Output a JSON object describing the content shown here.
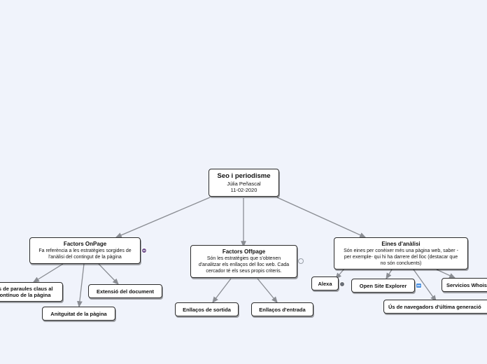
{
  "root": {
    "title": "Seo i periodisme",
    "lines": [
      "Júlia Peñascal",
      "11-02-2020"
    ]
  },
  "branches": [
    {
      "id": "onpage",
      "title": "Factors OnPage",
      "lines": [
        "Fa referència a les estratègies sorgides de",
        "l'anàlisi del contingut de la pàgina"
      ],
      "children": [
        "Ús de paraules claus al contínuo de la pàgina",
        "Extensió del document",
        "Anitguitat de la pàgina"
      ]
    },
    {
      "id": "offpage",
      "title": "Factors Offpage",
      "lines": [
        "Són les estratègies que s'obtenen",
        "d'analitzar els enllaços del lloc web. Cada",
        "cercador té els seus propis criteris."
      ],
      "children": [
        "Enllaços de sortida",
        "Enllaços d'entrada"
      ]
    },
    {
      "id": "eines",
      "title": "Eines d'anàlisi",
      "lines": [
        "Són eines per conèixer més una pàgina web, saber -",
        "per exemple- qui hi ha darrere del lloc (destacar que",
        "no són concluents)"
      ],
      "children": [
        "Alexa",
        "Open Site Explorer",
        "Servicios Whois",
        "Ús de navegadors d'última generació"
      ]
    }
  ],
  "colors": {
    "edge": "#8a8d93",
    "background": "#f0f3fb",
    "border": "#2b2b2b",
    "badge_purple": "#6b4a8a",
    "badge_blue": "#4a90e2"
  },
  "icons": [
    "ellipsis-badge-icon",
    "refresh-badge-icon",
    "link-badge-icon",
    "dot-badge-icon"
  ]
}
